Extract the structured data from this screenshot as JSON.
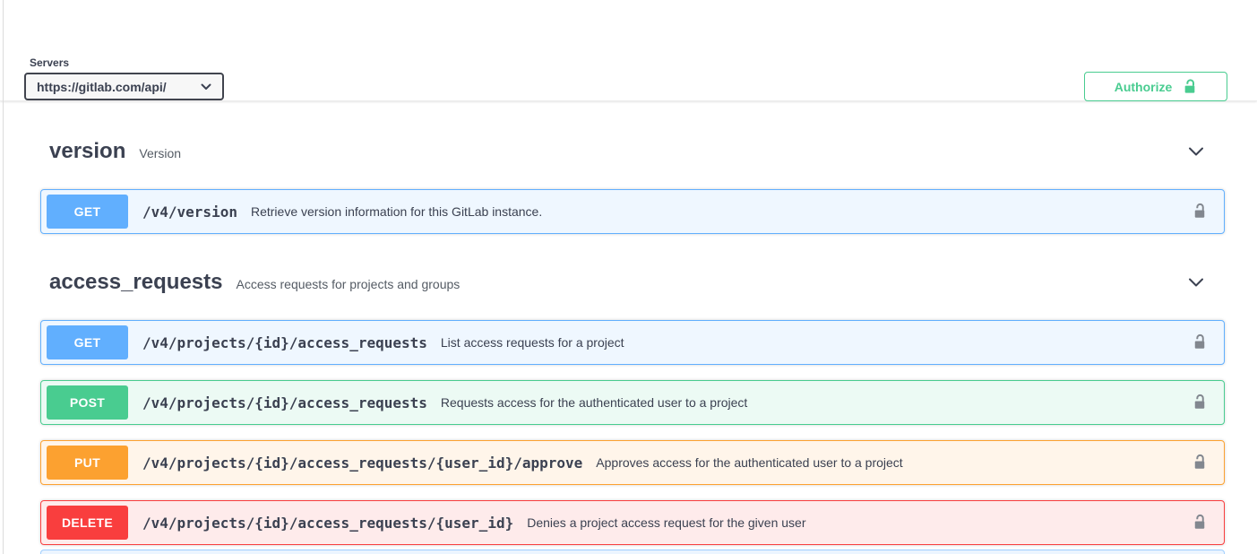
{
  "servers": {
    "label": "Servers",
    "selected": "https://gitlab.com/api/"
  },
  "authorize": {
    "label": "Authorize"
  },
  "sections": [
    {
      "name": "version",
      "description": "Version",
      "operations": [
        {
          "method": "GET",
          "path": "/v4/version",
          "summary": "Retrieve version information for this GitLab instance."
        }
      ]
    },
    {
      "name": "access_requests",
      "description": "Access requests for projects and groups",
      "operations": [
        {
          "method": "GET",
          "path": "/v4/projects/{id}/access_requests",
          "summary": "List access requests for a project"
        },
        {
          "method": "POST",
          "path": "/v4/projects/{id}/access_requests",
          "summary": "Requests access for the authenticated user to a project"
        },
        {
          "method": "PUT",
          "path": "/v4/projects/{id}/access_requests/{user_id}/approve",
          "summary": "Approves access for the authenticated user to a project"
        },
        {
          "method": "DELETE",
          "path": "/v4/projects/{id}/access_requests/{user_id}",
          "summary": "Denies a project access request for the given user"
        }
      ]
    }
  ],
  "icons": {
    "authorize_lock": "unlocked-padlock",
    "operation_lock": "unlocked-padlock",
    "section_arrow": "chevron-down",
    "select_arrow": "chevron-down"
  },
  "colors": {
    "get": "#61affe",
    "post": "#49cc90",
    "put": "#fca130",
    "delete": "#f93e3e",
    "accent": "#49cc90",
    "text": "#3b4151"
  }
}
